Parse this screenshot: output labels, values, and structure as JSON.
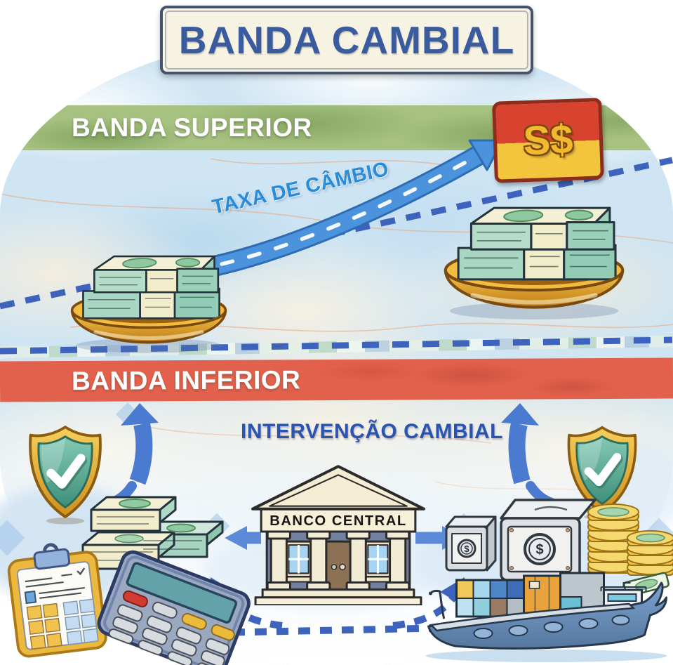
{
  "title": "BANDA CAMBIAL",
  "bands": {
    "superior_label": "BANDA SUPERIOR",
    "inferior_label": "BANDA INFERIOR"
  },
  "labels": {
    "exchange_rate": "TAXA DE CÂMBIO",
    "intervention": "INTERVENÇÃO CAMBIAL",
    "central_bank": "BANCO CENTRAL",
    "price_tag": "S$",
    "currency_symbol": "$"
  },
  "colors": {
    "title_text": "#3a5c9e",
    "upper_band_green": "#a6c180",
    "lower_band_red": "#e2614d",
    "exchange_arrow_blue": "#4b94dd",
    "dashed_line_blue": "#3d63bd",
    "tag_red": "#d8432f",
    "tag_yellow": "#f2c53d",
    "bowl_gold": "#e9a92f",
    "shield_teal": "#4f9e88"
  },
  "icons": {
    "price_tag_icon": "currency price tag",
    "exchange_rate_arrow_icon": "rising arrow",
    "money_bowl_icon": "bowl with banknote stacks",
    "shield_check_icon": "shield with checkmark",
    "bank_icon": "central bank building",
    "money_pile_icon": "stacked banknote bundles",
    "clipboard_icon": "clipboard form",
    "calculator_icon": "calculator",
    "vault_icon": "safes with coin stacks",
    "ship_icon": "cargo ship with containers"
  }
}
